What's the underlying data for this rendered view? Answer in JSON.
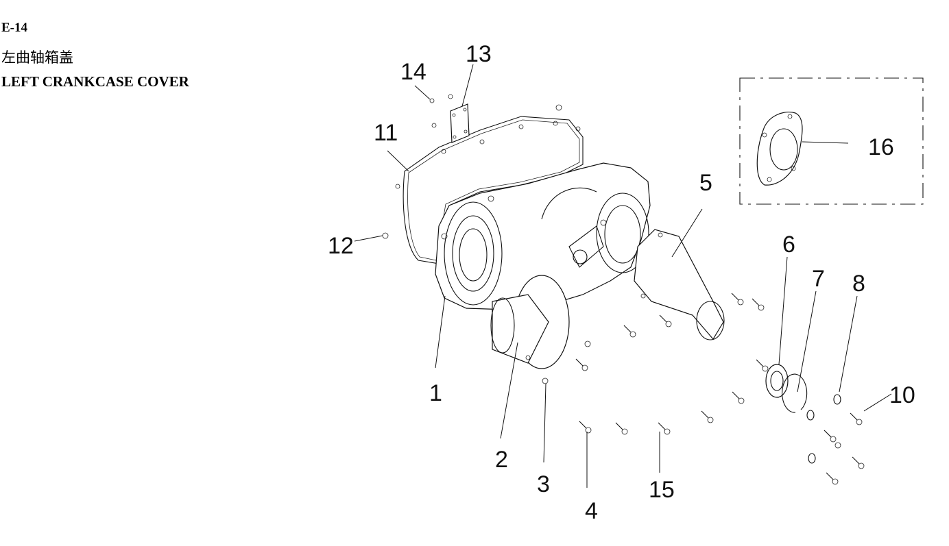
{
  "header": {
    "code": "E-14",
    "title_cn": "左曲轴箱盖",
    "title_en": "LEFT CRANKCASE COVER"
  },
  "callouts": {
    "c1": "1",
    "c2": "2",
    "c3": "3",
    "c4": "4",
    "c5": "5",
    "c6": "6",
    "c7": "7",
    "c8": "8",
    "c10": "10",
    "c11": "11",
    "c12": "12",
    "c13": "13",
    "c14": "14",
    "c15": "15",
    "c16": "16"
  }
}
